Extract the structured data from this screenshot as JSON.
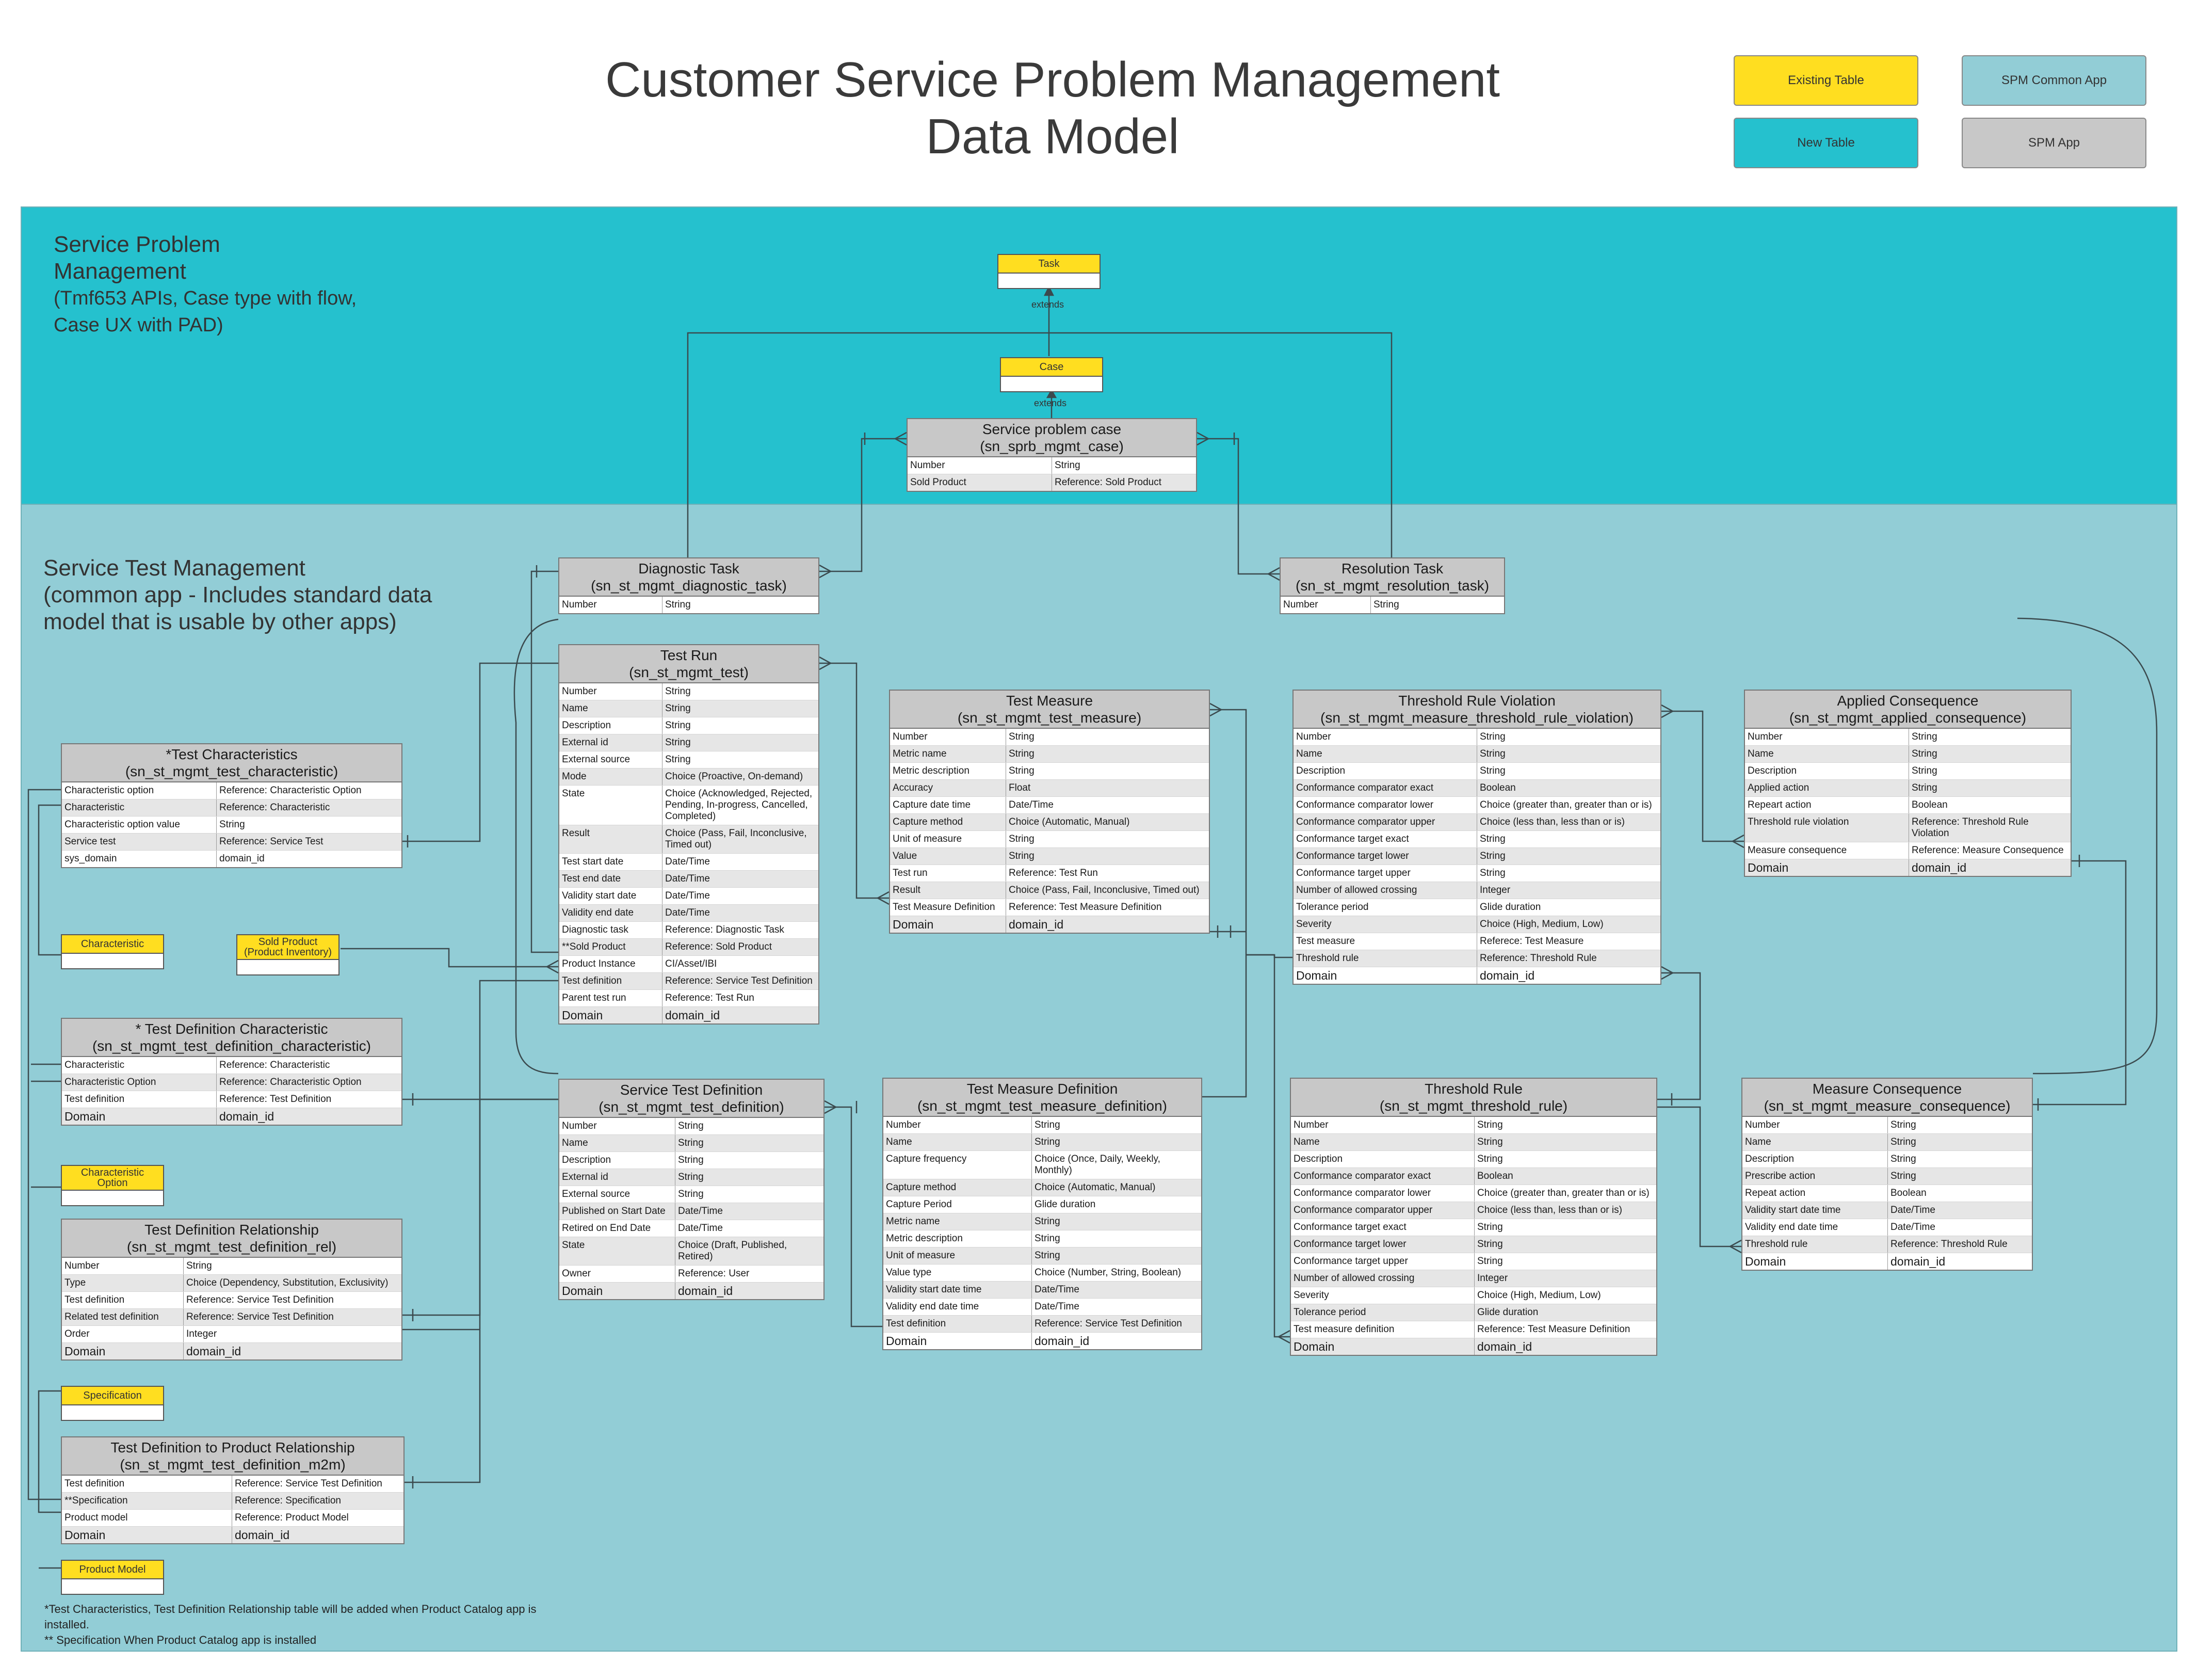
{
  "title": {
    "line1": "Customer Service Problem Management",
    "line2": "Data Model"
  },
  "legend": [
    {
      "label": "Existing Table",
      "color": "#ffde20"
    },
    {
      "label": "SPM Common App",
      "color": "#92cdd6"
    },
    {
      "label": "New Table",
      "color": "#25c1ce"
    },
    {
      "label": "SPM App",
      "color": "#c8c8c8"
    }
  ],
  "bands": {
    "spm": {
      "l1": "Service Problem",
      "l2": "Management",
      "l3": "(Tmf653 APIs, Case type with flow,",
      "l4": "Case UX with PAD)"
    },
    "stm": {
      "l1": "Service Test Management",
      "l2": "(common app - Includes standard data",
      "l3": "model that is usable by other apps)"
    }
  },
  "refs": {
    "task": "Task",
    "case": "Case",
    "characteristic": "Characteristic",
    "sold_product_1": "Sold Product",
    "sold_product_2": "(Product Inventory)",
    "char_option_1": "Characteristic",
    "char_option_2": "Option",
    "specification": "Specification",
    "product_model": "Product Model"
  },
  "extends": {
    "label1": "extends",
    "label2": "extends"
  },
  "entities": {
    "spc": {
      "name": "Service problem case",
      "table": "(sn_sprb_mgmt_case)",
      "rows": [
        [
          "Number",
          "String"
        ],
        [
          "Sold Product",
          "Reference: Sold Product"
        ]
      ]
    },
    "diag": {
      "name": "Diagnostic Task",
      "table": "(sn_st_mgmt_diagnostic_task)",
      "rows": [
        [
          "Number",
          "String"
        ]
      ]
    },
    "reso": {
      "name": "Resolution Task",
      "table": "(sn_st_mgmt_resolution_task)",
      "rows": [
        [
          "Number",
          "String"
        ]
      ]
    },
    "testrun": {
      "name": "Test Run",
      "table": "(sn_st_mgmt_test)",
      "rows": [
        [
          "Number",
          "String"
        ],
        [
          "Name",
          "String"
        ],
        [
          "Description",
          "String"
        ],
        [
          "External id",
          "String"
        ],
        [
          "External source",
          "String"
        ],
        [
          "Mode",
          "Choice (Proactive, On-demand)"
        ],
        [
          "State",
          "Choice (Acknowledged, Rejected, Pending, In-progress, Cancelled, Completed)"
        ],
        [
          "Result",
          "Choice (Pass, Fail, Inconclusive, Timed out)"
        ],
        [
          "Test start date",
          "Date/Time"
        ],
        [
          "Test end date",
          "Date/Time"
        ],
        [
          "Validity start date",
          "Date/Time"
        ],
        [
          "Validity end date",
          "Date/Time"
        ],
        [
          "Diagnostic task",
          "Reference: Diagnostic Task"
        ],
        [
          "**Sold Product",
          "Reference: Sold Product"
        ],
        [
          "Product Instance",
          "CI/Asset/IBI"
        ],
        [
          "Test definition",
          "Reference: Service Test Definition"
        ],
        [
          "Parent test run",
          "Reference: Test Run"
        ],
        [
          "Domain",
          "domain_id"
        ]
      ]
    },
    "testmeasure": {
      "name": "Test Measure",
      "table": "(sn_st_mgmt_test_measure)",
      "rows": [
        [
          "Number",
          "String"
        ],
        [
          "Metric name",
          "String"
        ],
        [
          "Metric description",
          "String"
        ],
        [
          "Accuracy",
          "Float"
        ],
        [
          "Capture date time",
          "Date/Time"
        ],
        [
          "Capture method",
          "Choice (Automatic, Manual)"
        ],
        [
          "Unit of measure",
          "String"
        ],
        [
          "Value",
          "String"
        ],
        [
          "Test run",
          "Reference: Test Run"
        ],
        [
          "Result",
          "Choice (Pass, Fail, Inconclusive, Timed out)"
        ],
        [
          "Test Measure Definition",
          "Reference:  Test Measure Definition"
        ],
        [
          "Domain",
          "domain_id"
        ]
      ]
    },
    "trv": {
      "name": "Threshold Rule Violation",
      "table": "(sn_st_mgmt_measure_threshold_rule_violation)",
      "rows": [
        [
          "Number",
          "String"
        ],
        [
          "Name",
          "String"
        ],
        [
          "Description",
          "String"
        ],
        [
          "Conformance comparator exact",
          "Boolean"
        ],
        [
          "Conformance comparator lower",
          "Choice (greater than, greater than or is)"
        ],
        [
          "Conformance comparator upper",
          "Choice (less than, less than or is)"
        ],
        [
          "Conformance target exact",
          "String"
        ],
        [
          "Conformance target lower",
          "String"
        ],
        [
          "Conformance target upper",
          "String"
        ],
        [
          "Number of allowed crossing",
          "Integer"
        ],
        [
          "Tolerance period",
          "Glide duration"
        ],
        [
          "Severity",
          "Choice (High, Medium, Low)"
        ],
        [
          "Test measure",
          "Referece: Test Measure"
        ],
        [
          "Threshold rule",
          "Reference: Threshold Rule"
        ],
        [
          "Domain",
          "domain_id"
        ]
      ]
    },
    "applied": {
      "name": "Applied Consequence",
      "table": "(sn_st_mgmt_applied_consequence)",
      "rows": [
        [
          "Number",
          "String"
        ],
        [
          "Name",
          "String"
        ],
        [
          "Description",
          "String"
        ],
        [
          "Applied action",
          "String"
        ],
        [
          "Repeart action",
          "Boolean"
        ],
        [
          "Threshold rule violation",
          "Reference: Threshold Rule Violation"
        ],
        [
          "Measure consequence",
          "Reference: Measure Consequence"
        ],
        [
          "Domain",
          "domain_id"
        ]
      ]
    },
    "testchar": {
      "name": "*Test Characteristics",
      "table": "(sn_st_mgmt_test_characteristic)",
      "rows": [
        [
          "Characteristic option",
          "Reference: Characteristic Option"
        ],
        [
          "Characteristic",
          "Reference: Characteristic"
        ],
        [
          "Characteristic option value",
          "String"
        ],
        [
          "Service test",
          "Reference: Service Test"
        ],
        [
          "sys_domain",
          "domain_id"
        ]
      ]
    },
    "tdc": {
      "name": "* Test Definition Characteristic",
      "table": "(sn_st_mgmt_test_definition_characteristic)",
      "rows": [
        [
          "Characteristic",
          "Reference: Characteristic"
        ],
        [
          "Characteristic Option",
          "Reference: Characteristic Option"
        ],
        [
          "Test definition",
          "Reference: Test Definition"
        ],
        [
          "Domain",
          "domain_id"
        ]
      ]
    },
    "tdr": {
      "name": "Test Definition Relationship",
      "table": "(sn_st_mgmt_test_definition_rel)",
      "rows": [
        [
          "Number",
          "String"
        ],
        [
          "Type",
          "Choice (Dependency, Substitution, Exclusivity)"
        ],
        [
          "Test definition",
          "Reference: Service Test Definition"
        ],
        [
          "Related test definition",
          "Reference: Service Test Definition"
        ],
        [
          "Order",
          "Integer"
        ],
        [
          "Domain",
          "domain_id"
        ]
      ]
    },
    "tdp": {
      "name": "Test Definition to Product Relationship",
      "table": "(sn_st_mgmt_test_definition_m2m)",
      "rows": [
        [
          "Test definition",
          "Reference: Service Test Definition"
        ],
        [
          "**Specification",
          "Reference: Specification"
        ],
        [
          "Product model",
          "Reference: Product Model"
        ],
        [
          "Domain",
          "domain_id"
        ]
      ]
    },
    "std": {
      "name": "Service Test Definition",
      "table": "(sn_st_mgmt_test_definition)",
      "rows": [
        [
          "Number",
          "String"
        ],
        [
          "Name",
          "String"
        ],
        [
          "Description",
          "String"
        ],
        [
          "External id",
          "String"
        ],
        [
          "External source",
          "String"
        ],
        [
          "Published on Start Date",
          "Date/Time"
        ],
        [
          "Retired on End Date",
          "Date/Time"
        ],
        [
          "State",
          "Choice (Draft, Published, Retired)"
        ],
        [
          "Owner",
          "Reference: User"
        ],
        [
          "Domain",
          "domain_id"
        ]
      ]
    },
    "tmd": {
      "name": "Test Measure Definition",
      "table": "(sn_st_mgmt_test_measure_definition)",
      "rows": [
        [
          "Number",
          "String"
        ],
        [
          "Name",
          "String"
        ],
        [
          "Capture frequency",
          "Choice (Once, Daily, Weekly, Monthly)"
        ],
        [
          "Capture method",
          "Choice (Automatic, Manual)"
        ],
        [
          "Capture Period",
          "Glide duration"
        ],
        [
          "Metric name",
          "String"
        ],
        [
          "Metric description",
          "String"
        ],
        [
          "Unit of measure",
          "String"
        ],
        [
          "Value type",
          "Choice (Number, String, Boolean)"
        ],
        [
          "Validity start date time",
          "Date/Time"
        ],
        [
          "Validity end date time",
          "Date/Time"
        ],
        [
          "Test definition",
          "Reference: Service Test Definition"
        ],
        [
          "Domain",
          "domain_id"
        ]
      ]
    },
    "tr": {
      "name": "Threshold Rule",
      "table": "(sn_st_mgmt_threshold_rule)",
      "rows": [
        [
          "Number",
          "String"
        ],
        [
          "Name",
          "String"
        ],
        [
          "Description",
          "String"
        ],
        [
          "Conformance comparator exact",
          "Boolean"
        ],
        [
          "Conformance comparator lower",
          "Choice (greater than, greater than or is)"
        ],
        [
          "Conformance comparator upper",
          "Choice (less than, less than or is)"
        ],
        [
          "Conformance target exact",
          "String"
        ],
        [
          "Conformance target lower",
          "String"
        ],
        [
          "Conformance target upper",
          "String"
        ],
        [
          "Number of allowed crossing",
          "Integer"
        ],
        [
          "Severity",
          "Choice (High, Medium, Low)"
        ],
        [
          "Tolerance period",
          "Glide duration"
        ],
        [
          "Test measure definition",
          "Reference: Test Measure Definition"
        ],
        [
          "Domain",
          "domain_id"
        ]
      ]
    },
    "mc": {
      "name": "Measure Consequence",
      "table": "(sn_st_mgmt_measure_consequence)",
      "rows": [
        [
          "Number",
          "String"
        ],
        [
          "Name",
          "String"
        ],
        [
          "Description",
          "String"
        ],
        [
          "Prescribe action",
          "String"
        ],
        [
          "Repeat action",
          "Boolean"
        ],
        [
          "Validity start date time",
          "Date/Time"
        ],
        [
          "Validity end date time",
          "Date/Time"
        ],
        [
          "Threshold rule",
          "Reference: Threshold Rule"
        ],
        [
          "Domain",
          "domain_id"
        ]
      ]
    }
  },
  "footnote": {
    "line1": "*Test Characteristics, Test Definition Relationship table will be added when Product Catalog app is installed.",
    "line2": "** Specification When Product Catalog app is installed"
  },
  "colors": {
    "existing": "#ffde20",
    "common": "#92cdd6",
    "new": "#25c1ce",
    "spm": "#c8c8c8"
  }
}
